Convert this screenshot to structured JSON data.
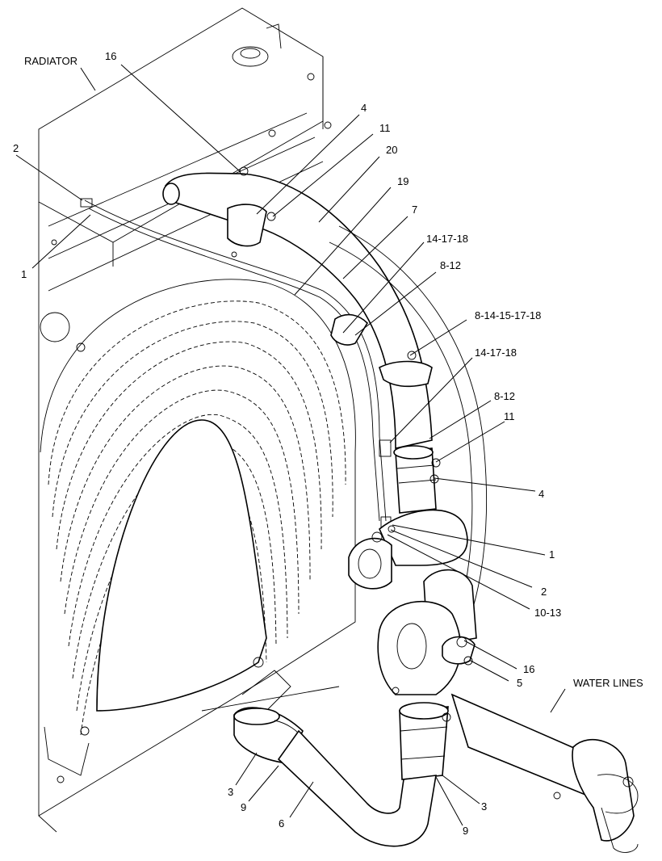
{
  "labels": {
    "radiator": "RADIATOR",
    "water_lines": "WATER LINES",
    "c16_top": "16",
    "c4_top": "4",
    "c11_top": "11",
    "c20": "20",
    "c19": "19",
    "c7": "7",
    "c14_17_18_a": "14-17-18",
    "c8_12_a": "8-12",
    "c8_14_15_17_18": "8-14-15-17-18",
    "c14_17_18_b": "14-17-18",
    "c8_12_b": "8-12",
    "c11_mid": "11",
    "c4_mid": "4",
    "c1_right": "1",
    "c2_right": "2",
    "c10_13": "10-13",
    "c16_bot": "16",
    "c5": "5",
    "c2_left": "2",
    "c1_left": "1",
    "c3_left": "3",
    "c9_left": "9",
    "c6": "6",
    "c3_right": "3",
    "c9_right": "9"
  }
}
